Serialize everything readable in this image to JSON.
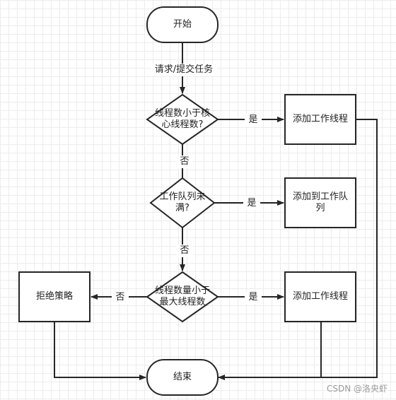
{
  "nodes": {
    "start": "开始",
    "decision_core": "线程数小于核心线程数?",
    "add_worker_1": "添加工作线程",
    "decision_queue": "工作队列未满?",
    "add_to_queue": "添加到工作队列",
    "decision_max": "线程数量小于最大线程数",
    "reject": "拒绝策略",
    "add_worker_2": "添加工作线程",
    "end": "结束"
  },
  "edges": {
    "submit": "请求/提交任务",
    "yes_1": "是",
    "no_1": "否",
    "yes_2": "是",
    "no_2": "否",
    "yes_3": "是",
    "no_3": "否"
  },
  "watermark": "CSDN @洛央虾",
  "colors": {
    "stroke": "#262626",
    "grid": "#ececec",
    "watermark": "#9a9a9a"
  }
}
